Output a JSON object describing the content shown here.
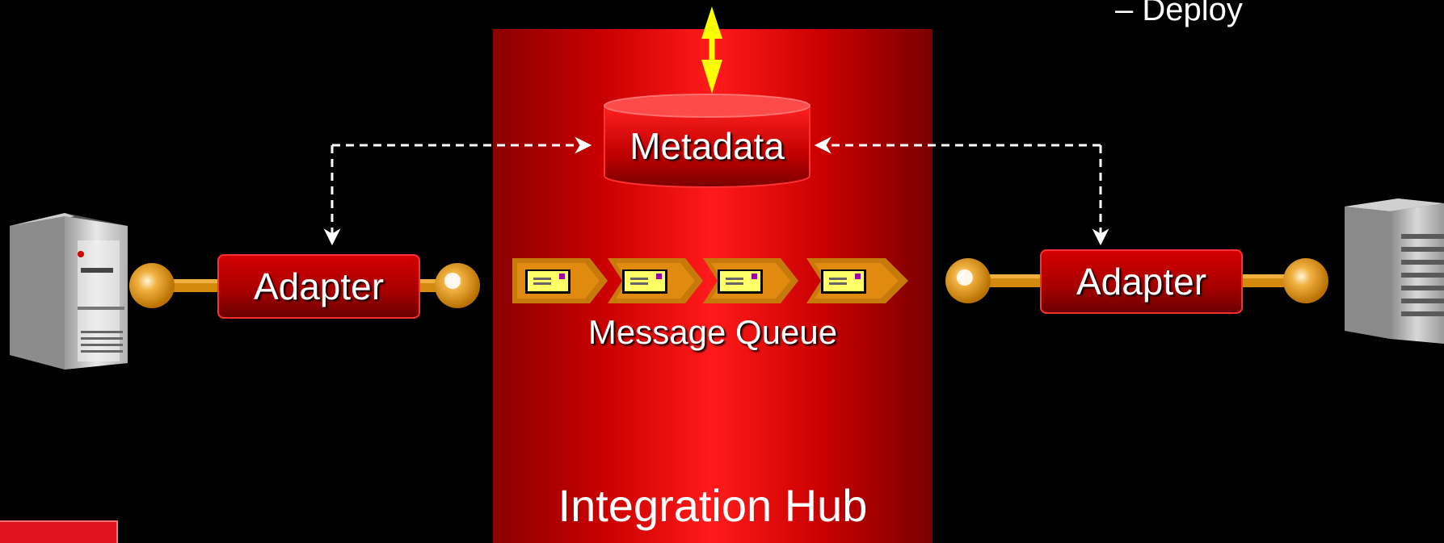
{
  "diagram": {
    "hub_label": "Integration Hub",
    "metadata_label": "Metadata",
    "adapter_left_label": "Adapter",
    "adapter_right_label": "Adapter",
    "queue_label": "Message Queue",
    "deploy_text": "– Deploy",
    "queue_message_count": 4
  },
  "colors": {
    "background": "#000000",
    "hub_red": "#ff1a1a",
    "connector_orange": "#d4890f",
    "arrow_yellow": "#ffff00",
    "dashed_arrow": "#ffffff",
    "corner_bar": "#e2121f"
  },
  "icons": {
    "left_server": "server-tower-icon",
    "right_server": "server-rack-icon",
    "message": "envelope-icon"
  }
}
